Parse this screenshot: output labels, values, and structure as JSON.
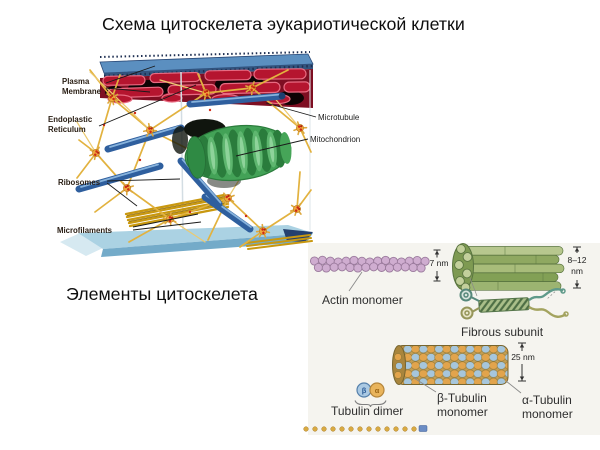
{
  "slide": {
    "title": "Схема цитоскелета эукариотической клетки",
    "subtitle": "Элементы цитоскелета"
  },
  "cell_diagram": {
    "labels": {
      "plasma_membrane_line1": "Plasma",
      "plasma_membrane_line2": "Membrane",
      "endoplasmic_reticulum_line1": "Endoplastic",
      "endoplasmic_reticulum_line2": "Reticulum",
      "ribosomes": "Ribosomes",
      "microfilaments": "Microfilaments",
      "microtubule": "Microtubule",
      "mitochondrion": "Mitochondrion"
    }
  },
  "elements_diagram": {
    "actin": {
      "label": "Actin monomer",
      "diameter": "7 nm"
    },
    "intermediate_filament": {
      "label": "Fibrous subunit",
      "diameter_line1": "8–12",
      "diameter_line2": "nm"
    },
    "microtubule": {
      "diameter": "25 nm",
      "dimer_label": "Tubulin dimer",
      "beta_symbol": "β",
      "alpha_symbol": "α",
      "beta_label_line1": "β-Tubulin",
      "beta_label_line2": "monomer",
      "alpha_label_line1": "α-Tubulin",
      "alpha_label_line2": "monomer"
    }
  },
  "colors": {
    "membrane_blue": "#5b8fc0",
    "er_red": "#b5152f",
    "network_yellow": "#e2b23f",
    "mitochondrion_green": "#43a257",
    "microtubule_rod_blue": "#2f5f9e",
    "actin_bead_pink": "#cfadd0",
    "tubulin_orange": "#e2a44c",
    "tubulin_blue": "#a6c6dc",
    "filament_green": "#9db36e",
    "panel_bg": "#f5f4ef"
  }
}
